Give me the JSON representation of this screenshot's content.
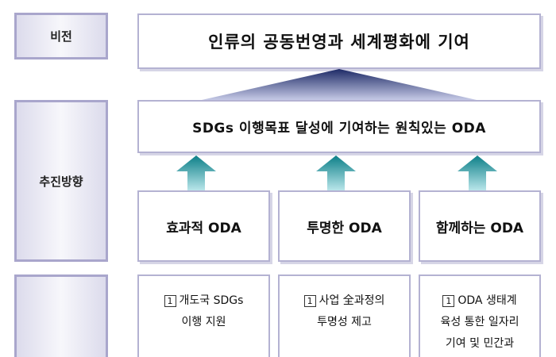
{
  "labels": {
    "vision": "비전",
    "direction": "추진방향",
    "tasks": ""
  },
  "vision_text": "인류의 공동번영과 세계평화에 기여",
  "direction_text": "SDGs 이행목표 달성에 기여하는 원칙있는 ODA",
  "pillars": [
    "효과적 ODA",
    "투명한 ODA",
    "함께하는 ODA"
  ],
  "tasks": [
    {
      "num": "1",
      "lines": [
        "개도국 SDGs",
        "이행 지원"
      ]
    },
    {
      "num": "1",
      "lines": [
        "사업 全과정의",
        "투명성 제고"
      ]
    },
    {
      "num": "1",
      "lines": [
        "ODA 생태계",
        "육성 통한 일자리",
        "기여 및 민간과"
      ]
    }
  ],
  "colors": {
    "label_border": "#a9a6cc",
    "box_border": "#b4b2d2",
    "arrow_big": "#23336f",
    "arrow_small": "#0f8a92"
  }
}
